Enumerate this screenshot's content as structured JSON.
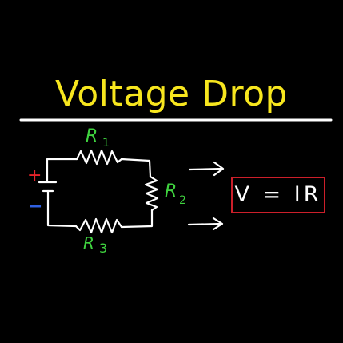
{
  "title": "Voltage Drop",
  "equation": "V = IR",
  "battery": {
    "positive": "+",
    "negative": "−"
  },
  "resistors": {
    "r1": {
      "letter": "R",
      "index": "1"
    },
    "r2": {
      "letter": "R",
      "index": "2"
    },
    "r3": {
      "letter": "R",
      "index": "3"
    }
  },
  "colors": {
    "background": "#000000",
    "title": "#f7e61e",
    "wire": "#ffffff",
    "resistor_label": "#3fd23f",
    "positive": "#e8232a",
    "negative": "#2f5fe0",
    "equation_border": "#cc1f2a",
    "equation_text": "#ffffff"
  }
}
